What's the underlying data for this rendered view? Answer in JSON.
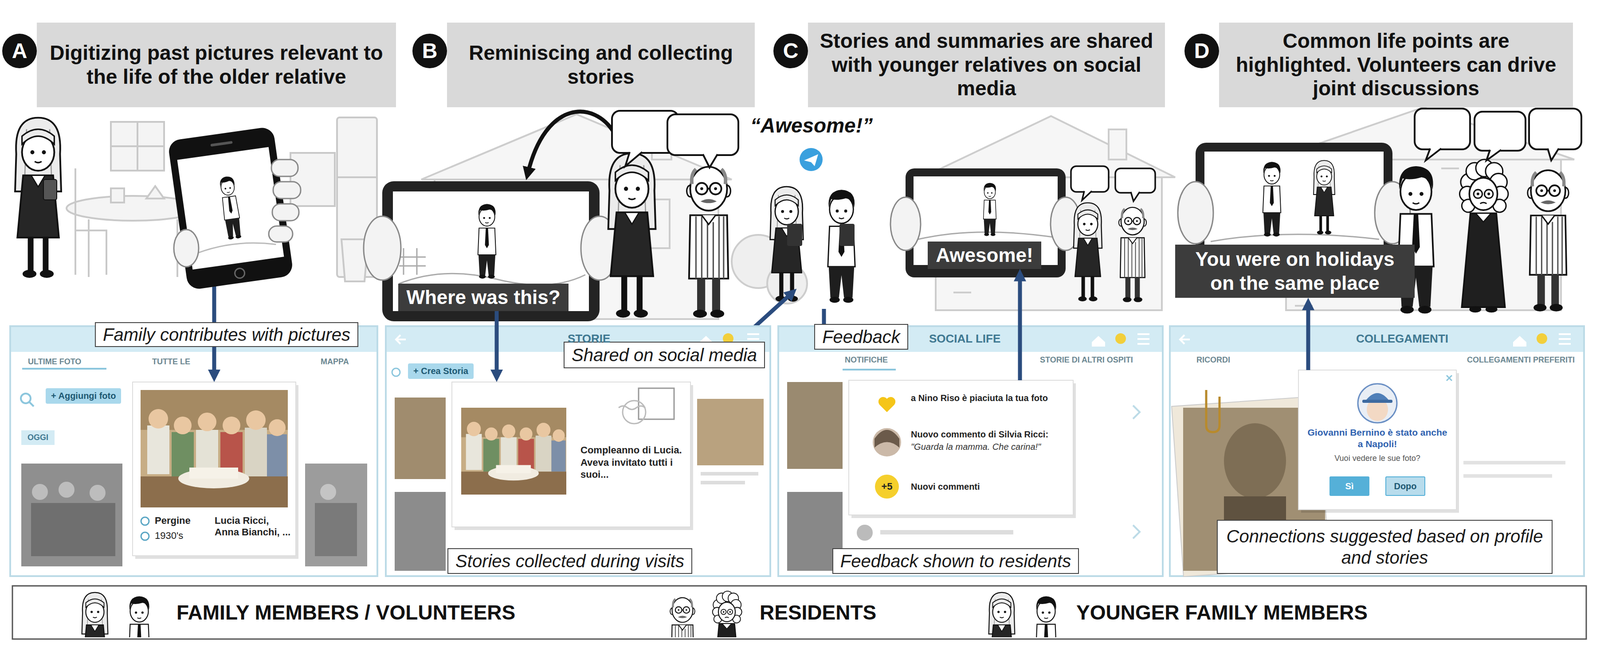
{
  "diagram": {
    "nodes": [
      {
        "text": [
          "A"
        ]
      },
      {
        "text": [
          "Digitizing past pictures relevant to the life of the older relative"
        ]
      },
      {
        "text": [
          "B"
        ]
      },
      {
        "text": [
          "Reminiscing and collecting stories"
        ]
      },
      {
        "text": [
          "C"
        ]
      },
      {
        "text": [
          "Stories and summaries are shared with younger relatives on social media"
        ]
      },
      {
        "text": [
          "D"
        ]
      },
      {
        "text": [
          "Common life points are highlighted. Volunteers can drive joint discussions"
        ]
      },
      {
        "text": [
          "Where was this?"
        ]
      },
      {
        "text": [
          "Awesome!"
        ]
      },
      {
        "text": [
          "You were on holidays on the same place"
        ]
      },
      {
        "text": [
          "ULTIME FOTO",
          "TUTTE LE",
          "MAPPA",
          "+ Aggiungi foto",
          "OGGI"
        ]
      },
      {
        "text": [
          "Pergine",
          "1930's",
          "Lucia Ricci, Anna Bianchi, ..."
        ],
        "in": 11
      },
      {
        "text": [
          "Family contributes with pictures"
        ]
      },
      {
        "text": [
          "STORIE",
          "+ Crea Storia"
        ]
      },
      {
        "text": [
          "Compleanno di Lucia. Aveva invitato tutti i suoi..."
        ],
        "in": 14
      },
      {
        "text": [
          "Shared on social media"
        ]
      },
      {
        "text": [
          "Stories collected during visits"
        ],
        "in": 14
      },
      {
        "text": [
          "SOCIAL LIFE",
          "NOTIFICHE",
          "STORIE DI ALTRI OSPITI"
        ]
      },
      {
        "text": [
          "a Nino Riso è piaciuta la tua foto",
          "Nuovo commento di Silvia Ricci:",
          "\"Guarda la mamma. Che carina!\"",
          "+5",
          "Nuovi commenti"
        ],
        "in": 18
      },
      {
        "text": [
          "Feedback"
        ]
      },
      {
        "text": [
          "Feedback shown to residents"
        ],
        "in": 18
      },
      {
        "text": [
          "COLLEGAMENTI",
          "RICORDI",
          "COLLEGAMENTI PREFERITI"
        ]
      },
      {
        "text": [
          "Giovanni Bernino è stato anche a Napoli!",
          "Vuoi vedere le sue foto?"
        ],
        "in": 22
      },
      {
        "text": [
          "Sì"
        ],
        "in": 23
      },
      {
        "text": [
          "Dopo"
        ],
        "in": 23
      },
      {
        "text": [
          "Connections suggested based on profile and stories"
        ],
        "in": 22
      }
    ],
    "edges": [
      {
        "from": 13,
        "to": 12,
        "arrow": "to"
      },
      {
        "from": 8,
        "to": 15,
        "arrow": "to"
      },
      {
        "from": 19,
        "to": 9,
        "arrow": "to"
      },
      {
        "from": 23,
        "to": 10,
        "arrow": "to"
      }
    ],
    "labels": [
      "“Awesome!”"
    ],
    "legend": [
      {
        "text": "FAMILY MEMBERS / VOLUNTEERS"
      },
      {
        "text": "RESIDENTS"
      },
      {
        "text": "YOUNGER FAMILY MEMBERS"
      }
    ]
  }
}
